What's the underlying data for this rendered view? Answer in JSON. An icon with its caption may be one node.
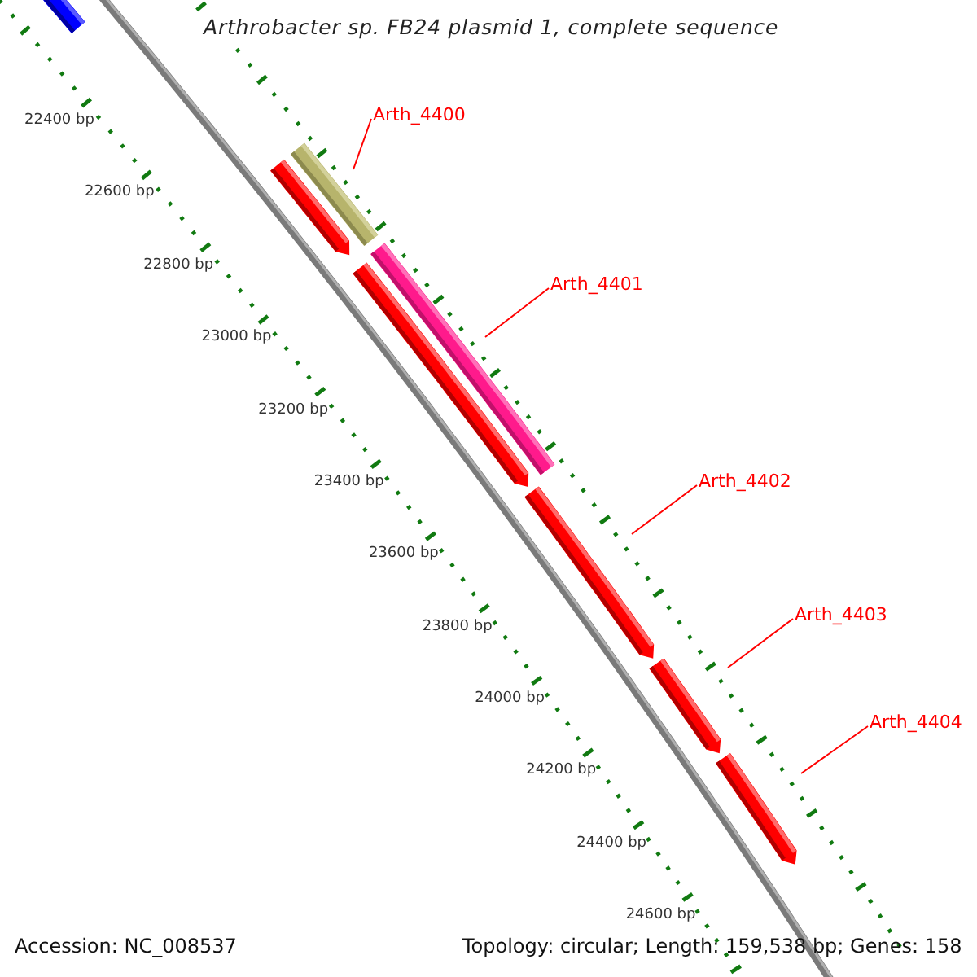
{
  "diagram": {
    "title": "Arthrobacter sp. FB24 plasmid 1, complete sequence",
    "nodes": [
      {
        "text": [
          "Arth_4400"
        ]
      },
      {
        "text": [
          "Arth_4401"
        ]
      },
      {
        "text": [
          "Arth_4402"
        ]
      },
      {
        "text": [
          "Arth_4403"
        ]
      },
      {
        "text": [
          "Arth_4404"
        ]
      }
    ],
    "edges": [
      {
        "from": 0,
        "to": null,
        "arrow": "none"
      },
      {
        "from": 1,
        "to": null,
        "arrow": "none"
      },
      {
        "from": 2,
        "to": null,
        "arrow": "none"
      },
      {
        "from": 3,
        "to": null,
        "arrow": "none"
      },
      {
        "from": 4,
        "to": null,
        "arrow": "none"
      }
    ],
    "labels": [
      "22400 bp",
      "22600 bp",
      "22800 bp",
      "23000 bp",
      "23200 bp",
      "23400 bp",
      "23600 bp",
      "23800 bp",
      "24000 bp",
      "24200 bp",
      "24400 bp",
      "24600 bp",
      "Accession: NC_008537",
      "Topology: circular; Length: 159,538 bp; Genes: 158"
    ]
  }
}
